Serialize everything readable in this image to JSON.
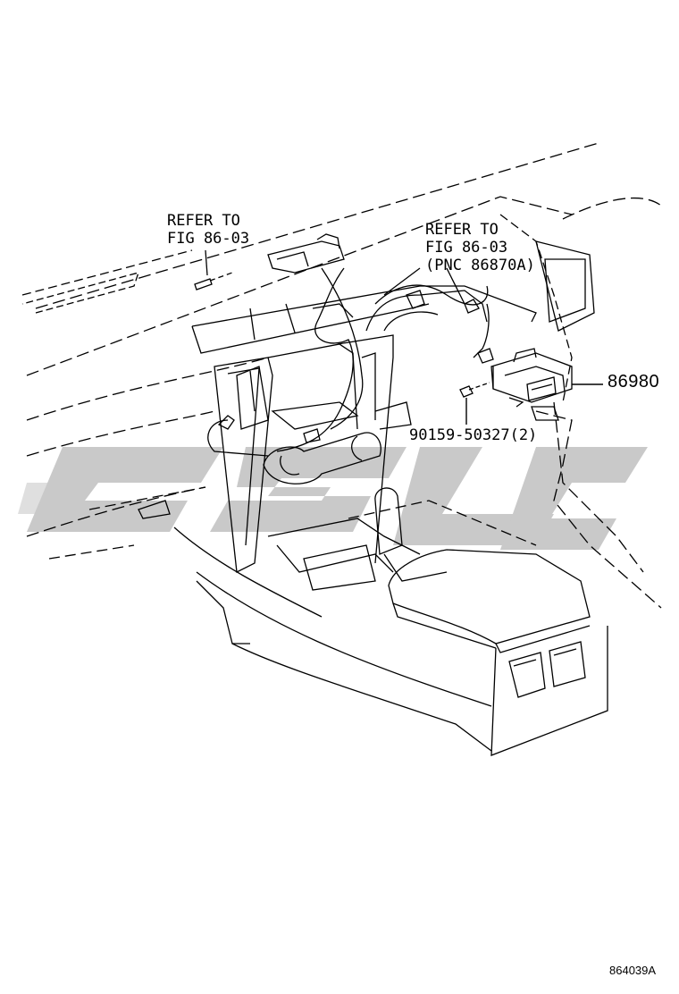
{
  "callouts": {
    "refer_left": {
      "line1": "REFER TO",
      "line2": "FIG 86-03"
    },
    "refer_right": {
      "line1": "REFER TO",
      "line2": "FIG 86-03",
      "line3": "(PNC 86870A)"
    },
    "part_main": "86980",
    "part_bolt": "90159-50327(2)"
  },
  "figure_code": "864039A",
  "colors": {
    "line": "#000000",
    "watermark": "#c8c8c8",
    "background": "#ffffff"
  }
}
